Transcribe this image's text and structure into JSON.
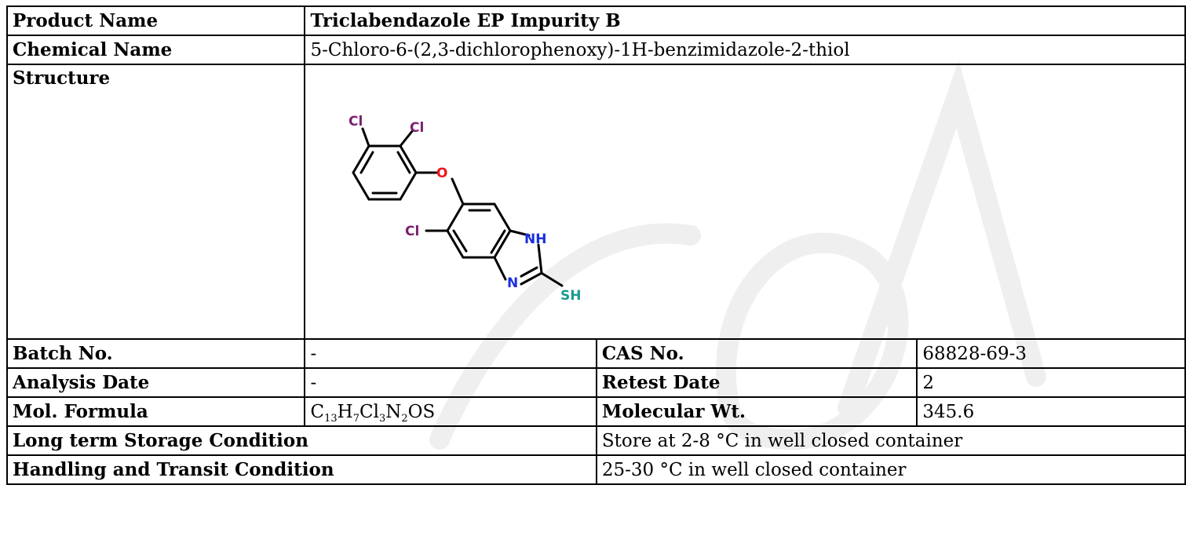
{
  "rows": {
    "product_name": {
      "label": "Product Name",
      "value": "Triclabendazole EP Impurity B"
    },
    "chemical_name": {
      "label": "Chemical Name",
      "value": "5-Chloro-6-(2,3-dichlorophenoxy)-1H-benzimidazole-2-thiol"
    },
    "structure": {
      "label": "Structure",
      "atoms": {
        "cl1": "Cl",
        "cl2": "Cl",
        "o": "O",
        "cl3": "Cl",
        "nh": "NH",
        "n": "N",
        "sh": "SH"
      }
    },
    "batch_no": {
      "label": "Batch No.",
      "value": "-"
    },
    "cas_no": {
      "label": "CAS No.",
      "value": "68828-69-3"
    },
    "analysis_date": {
      "label": "Analysis Date",
      "value": "-"
    },
    "retest_date": {
      "label": "Retest Date",
      "value": "2"
    },
    "mol_formula": {
      "label": "Mol. Formula",
      "parts": {
        "c": "C",
        "c_n": "13",
        "h": "H",
        "h_n": "7",
        "cl": "Cl",
        "cl_n": "3",
        "n": "N",
        "n_n": "2",
        "rest": "OS"
      }
    },
    "molecular_wt": {
      "label": "Molecular Wt.",
      "value": "345.6"
    },
    "long_term_storage": {
      "label": "Long term Storage Condition",
      "value": "Store at 2-8 °C in well closed container"
    },
    "handling_transit": {
      "label": "Handling and Transit Condition",
      "value": "25-30 °C in well closed container"
    }
  },
  "colors": {
    "chlorine": "#7b1f6e",
    "oxygen": "#e8151a",
    "nitrogen": "#1a2ee0",
    "sulfur": "#1b9a8e",
    "watermark": "#f2f2f2"
  }
}
